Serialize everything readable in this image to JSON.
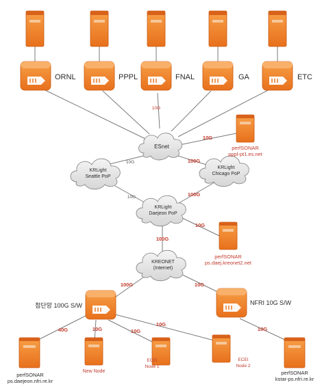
{
  "colors": {
    "device": "#f07a1e",
    "device_dark": "#c85a12",
    "server_slot": "#f6c79b",
    "cloud_fill": "#e4e4e4",
    "cloud_stroke": "#8a8a8a",
    "line": "#7a7a7a",
    "speed_red": "#c0392b",
    "text": "#2a2a2a"
  },
  "icons": {
    "server": "server-icon",
    "router": "router-icon",
    "switch": "switch-icon",
    "cloud": "cloud-icon"
  },
  "sites": {
    "ornl": "ORNL",
    "pppl": "PPPL",
    "fnal": "FNAL",
    "ga": "GA",
    "etc": "ETC"
  },
  "clouds": {
    "esnet": "ESnet",
    "seattle_1": "KRLight",
    "seattle_2": "Seattle PoP",
    "chicago_1": "KRLight",
    "chicago_2": "Chicago PoP",
    "daejeon_1": "KRLight",
    "daejeon_2": "Daejeon PoP",
    "kreonet_1": "KREONET",
    "kreonet_2": "(Internet)"
  },
  "switches": {
    "left": "첨단망 100G S/W",
    "right": "NFRI 10G S/W"
  },
  "perfsonar": {
    "pppl_1": "perfSONAR",
    "pppl_2": "pppl-pt1.es.net",
    "daej_1": "perfSONAR",
    "daej_2": "ps.daej.kreonet2.net",
    "daejeon_1": "perfSONAR",
    "daejeon_2": "ps.daejeon.nfri.re.kr",
    "kstar_1": "perfSONAR",
    "kstar_2": "kstar-ps.nfri.re.kr"
  },
  "nodes": {
    "new_node": "New Node",
    "ecei1_1": "ECEI",
    "ecei1_2": "Node 1",
    "ecei2_1": "ECEI",
    "ecei2_2": "Node 2"
  },
  "links": {
    "fnal_esnet": "10G",
    "pppl_ps_esnet": "10G",
    "esnet_seattle": "10G",
    "esnet_chicago": "100G",
    "seattle_daejeon": "10G",
    "chicago_daejeon": "100G",
    "daejeon_ps": "10G",
    "daejeon_kreonet": "100G",
    "kreonet_left": "100G",
    "kreonet_right": "10G",
    "left_ps": "40G",
    "left_newnode": "10G",
    "left_ecei1": "10G",
    "left_ecei2": "10G",
    "right_kstar": "10G"
  }
}
